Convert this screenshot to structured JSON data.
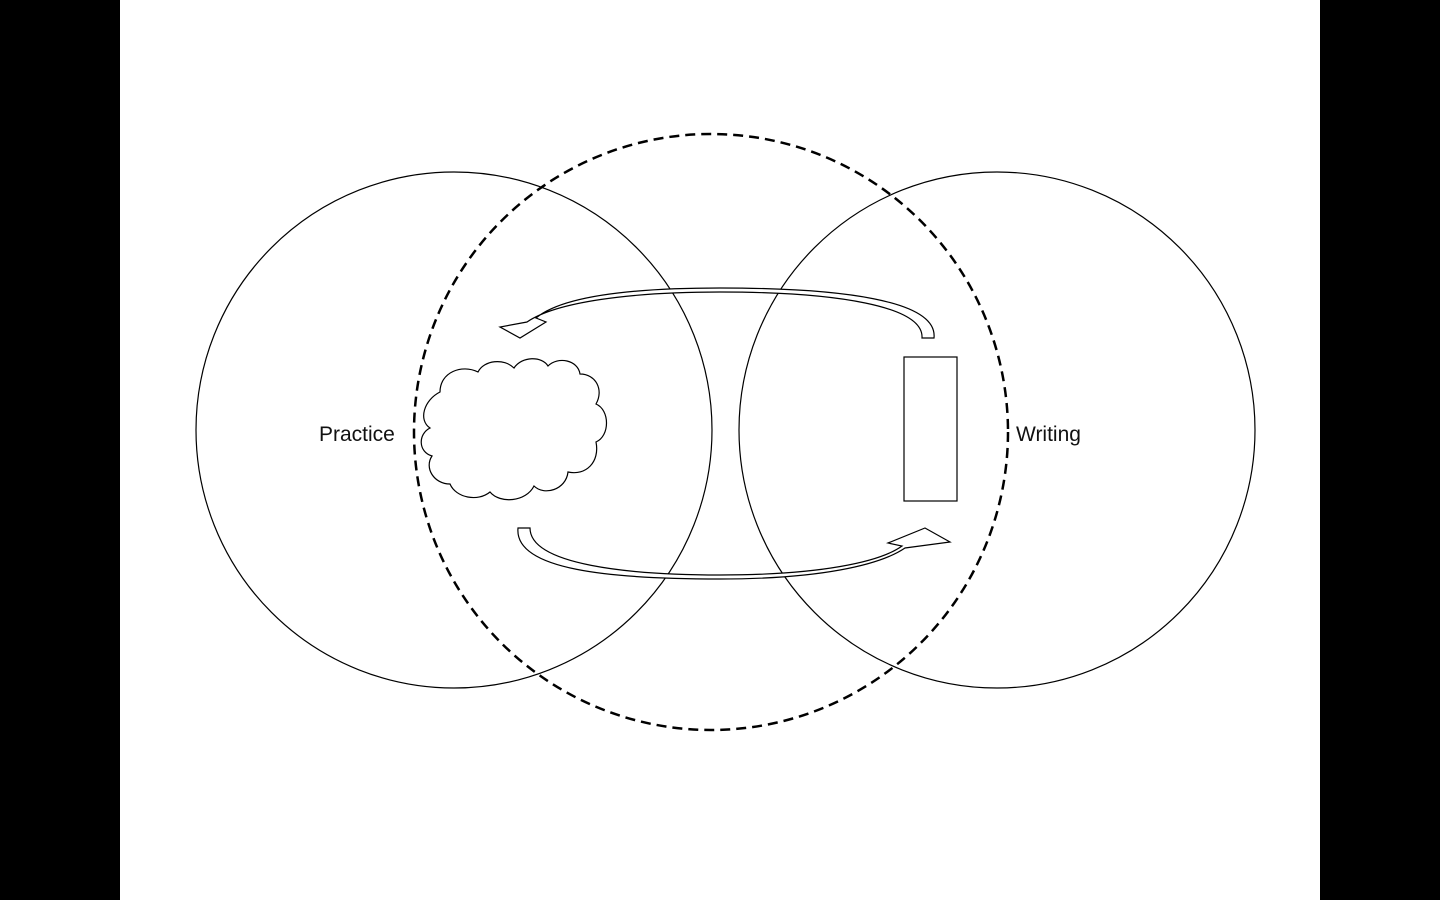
{
  "diagram": {
    "left_label": "Practice",
    "right_label": "Writing",
    "colors": {
      "background": "#ffffff",
      "frame": "#000000",
      "stroke": "#000000"
    },
    "icons": [
      "cloud-icon",
      "document-rectangle-icon",
      "curved-arrow-left",
      "curved-arrow-right"
    ]
  }
}
